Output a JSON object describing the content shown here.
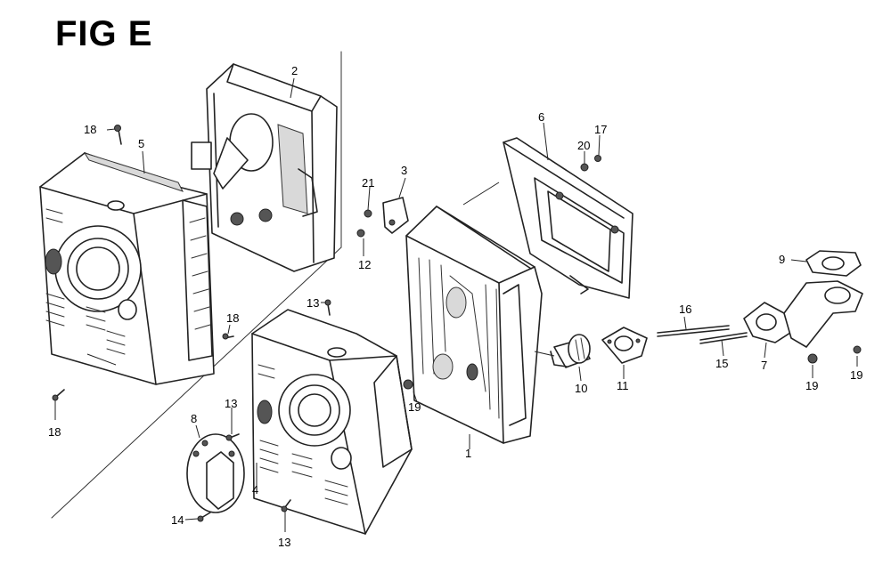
{
  "figure": {
    "title": "FIG E"
  },
  "parts": [
    {
      "ref": "1"
    },
    {
      "ref": "2"
    },
    {
      "ref": "3"
    },
    {
      "ref": "4"
    },
    {
      "ref": "5"
    },
    {
      "ref": "6"
    },
    {
      "ref": "7"
    },
    {
      "ref": "8"
    },
    {
      "ref": "9"
    },
    {
      "ref": "10"
    },
    {
      "ref": "11"
    },
    {
      "ref": "12"
    },
    {
      "ref": "13"
    },
    {
      "ref": "14"
    },
    {
      "ref": "15"
    },
    {
      "ref": "16"
    },
    {
      "ref": "17"
    },
    {
      "ref": "18"
    },
    {
      "ref": "19"
    },
    {
      "ref": "20"
    },
    {
      "ref": "21"
    }
  ],
  "callouts": {
    "c18a": "18",
    "c5": "5",
    "c2": "2",
    "c18b": "18",
    "c18c": "18",
    "c13a": "13",
    "c13b": "13",
    "c13c": "13",
    "c8": "8",
    "c4": "4",
    "c14": "14",
    "c19a": "19",
    "c1": "1",
    "c21": "21",
    "c3": "3",
    "c12": "12",
    "c6": "6",
    "c20": "20",
    "c17": "17",
    "c10": "10",
    "c11": "11",
    "c16": "16",
    "c15": "15",
    "c7": "7",
    "c9": "9",
    "c19b": "19",
    "c19c": "19"
  }
}
